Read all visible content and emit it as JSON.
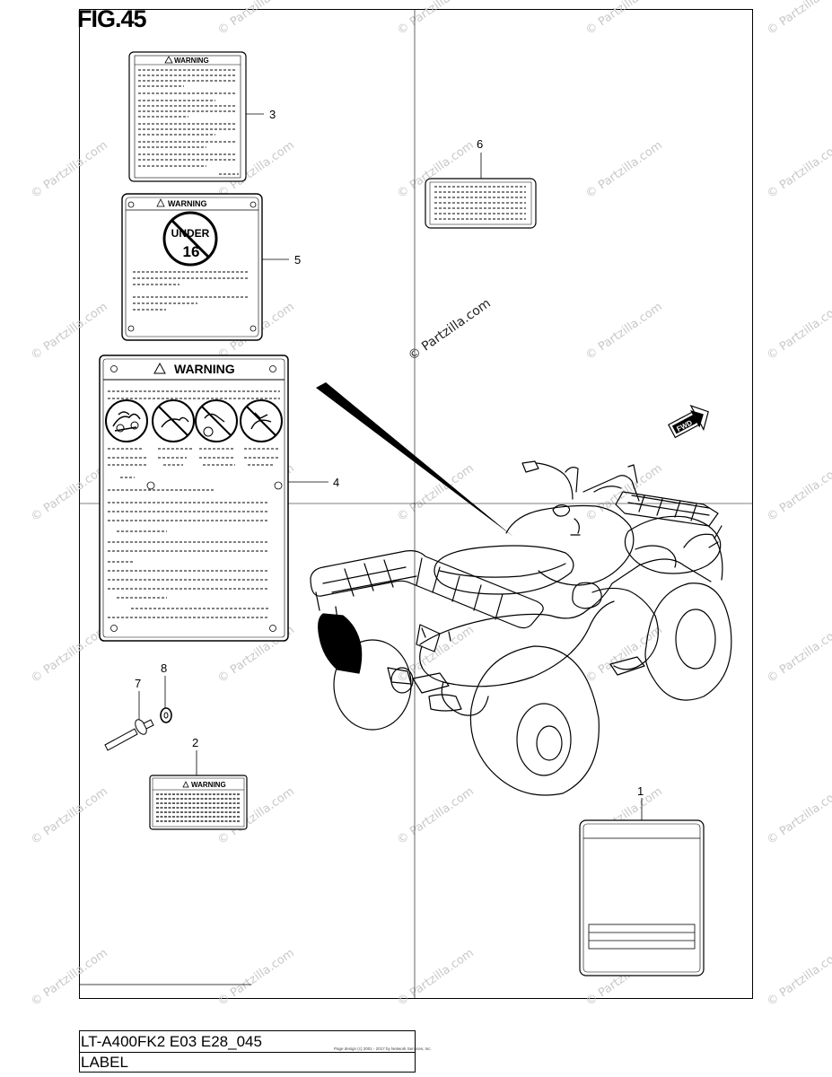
{
  "figure": {
    "title": "FIG.45"
  },
  "callouts": [
    "1",
    "2",
    "3",
    "4",
    "5",
    "6",
    "7",
    "8"
  ],
  "labels": {
    "warning": "WARNING",
    "under": "UNDER",
    "age": "16",
    "fwd": "FWD"
  },
  "watermark": {
    "text": "© Partzilla.com"
  },
  "title_block": {
    "model": "LT-A400FK2 E03 E28_045",
    "name": "LABEL",
    "copyright": "Page design (c) 2001 - 2017 by Network Services, Inc."
  }
}
